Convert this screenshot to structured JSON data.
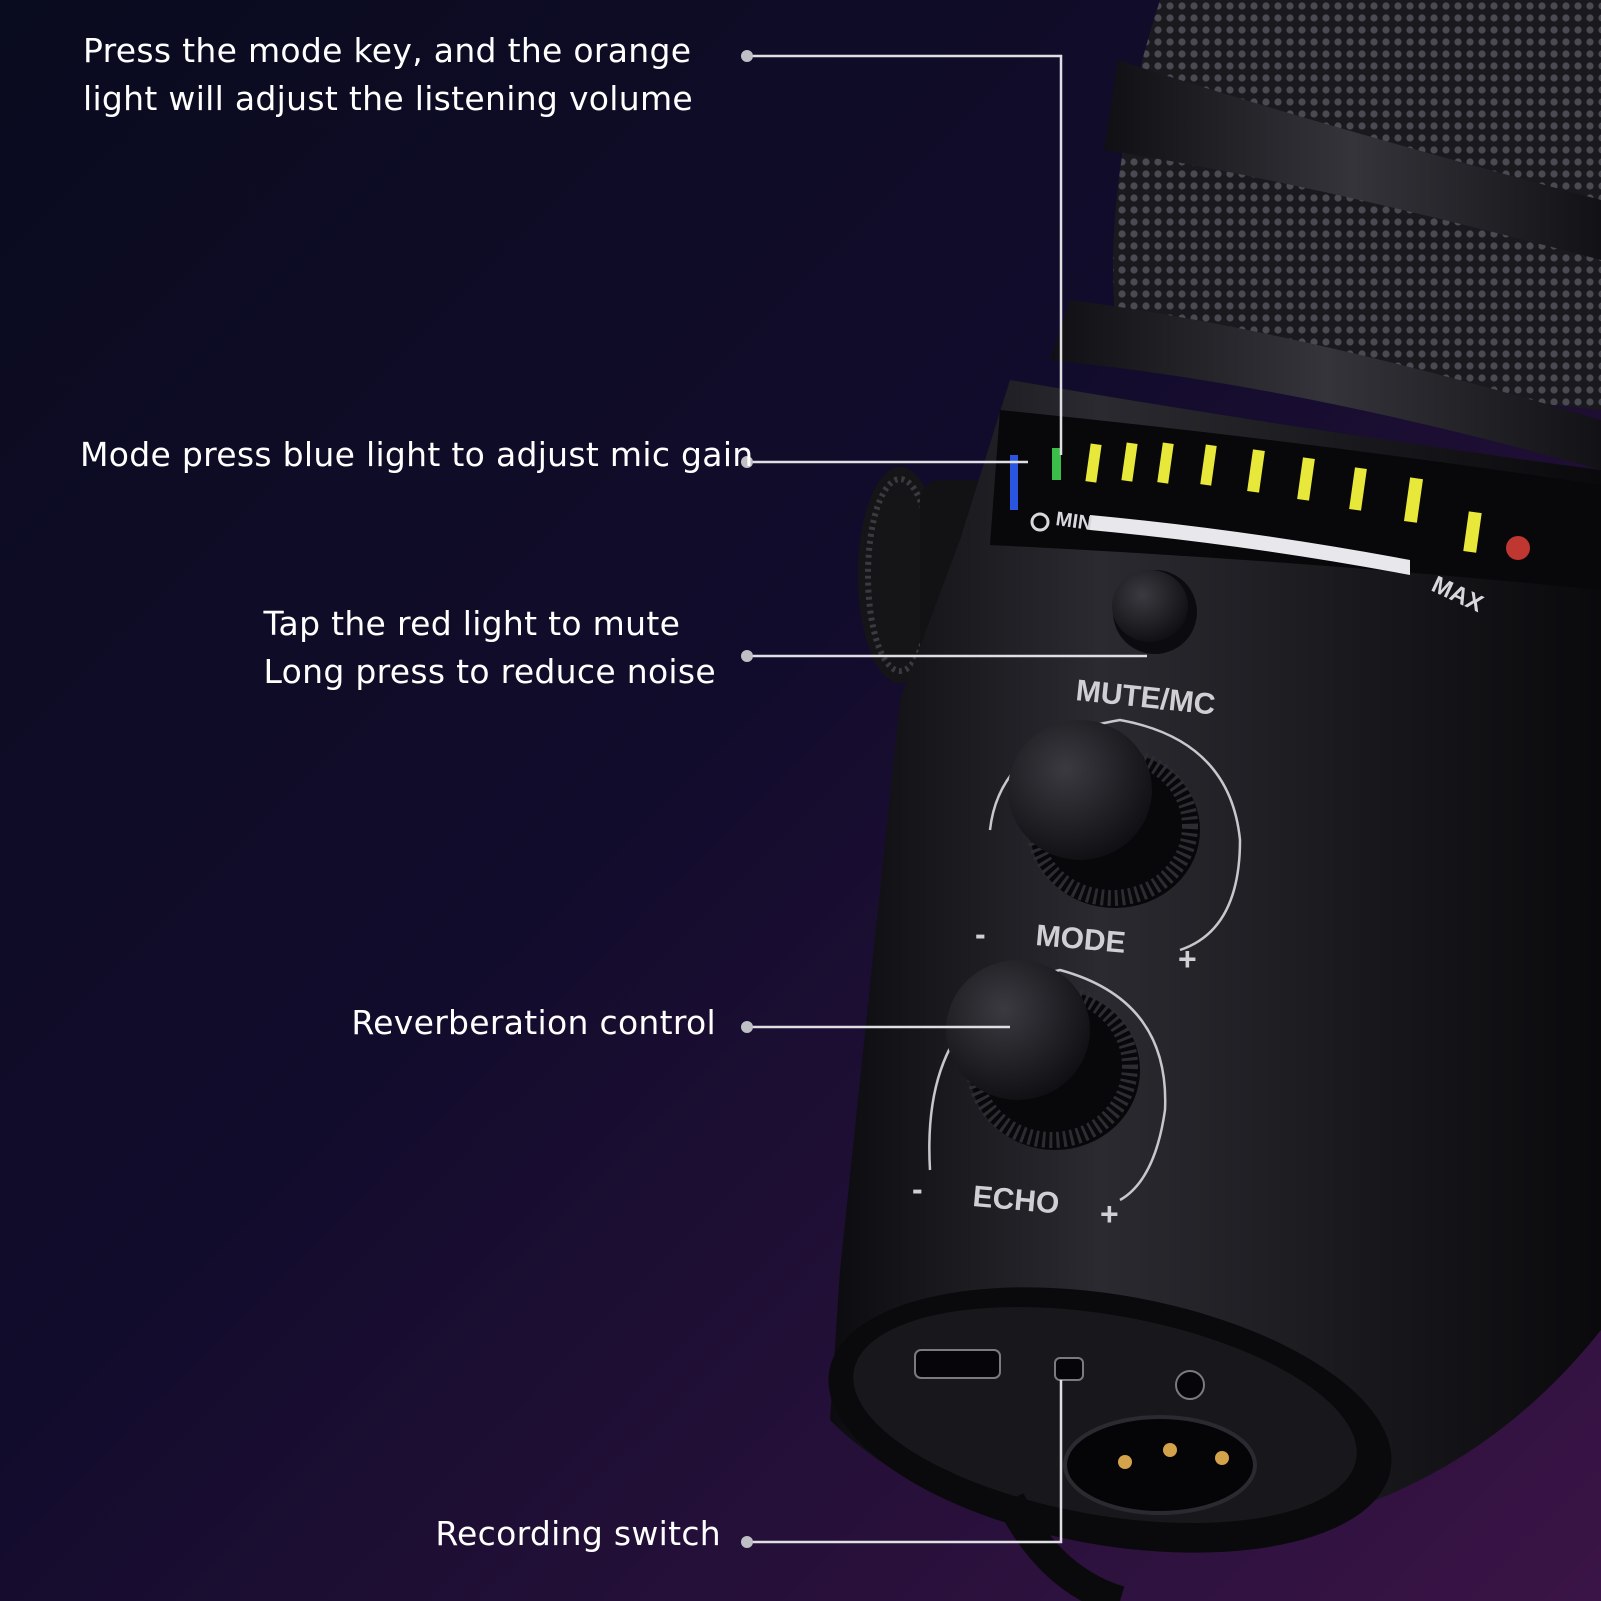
{
  "callouts": {
    "mode_key": {
      "line1": "Press the mode key, and the orange",
      "line2": "light will adjust the listening volume"
    },
    "mic_gain": {
      "text": "Mode press blue light to adjust mic gain"
    },
    "mute": {
      "line1": "Tap the red light to mute",
      "line2": "Long press to reduce noise"
    },
    "reverb": {
      "text": "Reverberation control"
    },
    "recording": {
      "text": "Recording switch"
    }
  },
  "device_labels": {
    "meter_min": "MIN",
    "meter_max": "MAX",
    "mute_button": "MUTE/MC",
    "mode_knob": "MODE",
    "echo_knob": "ECHO",
    "minus": "-",
    "plus": "+"
  },
  "colors": {
    "background_dark": "#090b1e",
    "background_purple": "#3a1446",
    "led_yellow": "#e8e83a",
    "led_green": "#3bbf4a",
    "led_blue": "#2a55e0",
    "mute_red": "#e0403a",
    "body_black": "#1c1c20"
  }
}
